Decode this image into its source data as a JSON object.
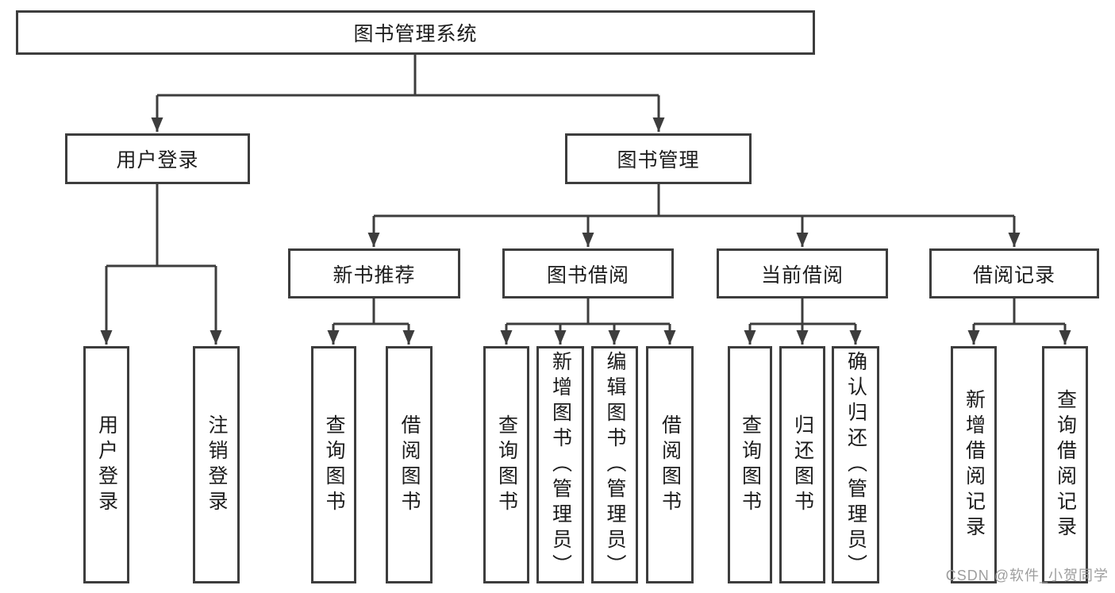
{
  "diagram": {
    "root": {
      "label": "图书管理系统",
      "children": [
        {
          "label": "用户登录",
          "children": [
            {
              "label": "用户登录"
            },
            {
              "label": "注销登录"
            }
          ]
        },
        {
          "label": "图书管理",
          "children": [
            {
              "label": "新书推荐",
              "children": [
                {
                  "label": "查询图书"
                },
                {
                  "label": "借阅图书"
                }
              ]
            },
            {
              "label": "图书借阅",
              "children": [
                {
                  "label": "查询图书"
                },
                {
                  "label": "新增图书（管理员）"
                },
                {
                  "label": "编辑图书（管理员）"
                },
                {
                  "label": "借阅图书"
                }
              ]
            },
            {
              "label": "当前借阅",
              "children": [
                {
                  "label": "查询图书"
                },
                {
                  "label": "归还图书"
                },
                {
                  "label": "确认归还（管理员）"
                }
              ]
            },
            {
              "label": "借阅记录",
              "children": [
                {
                  "label": "新增借阅记录"
                },
                {
                  "label": "查询借阅记录"
                }
              ]
            }
          ]
        }
      ]
    }
  },
  "watermark": {
    "text": "CSDN @软件_小贺同学"
  },
  "colors": {
    "line": "#3d3d3d",
    "text": "#1c1c1c",
    "watermark": "#9e9e9e",
    "background": "#ffffff"
  }
}
